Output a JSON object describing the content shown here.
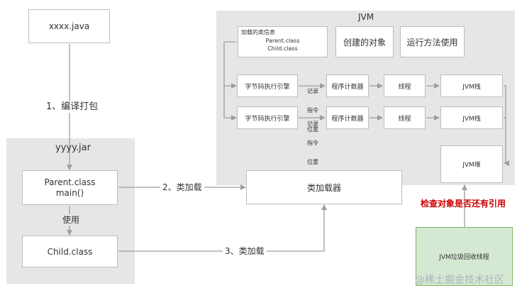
{
  "nodes": {
    "source_file": "xxxx.java",
    "jar_label": "yyyy.jar",
    "parent_class": [
      "Parent.class",
      "main()"
    ],
    "child_class": "Child.class",
    "jvm_label": "JVM",
    "loaded_info": {
      "title": "加载的类信息",
      "lines": [
        "Parent.class",
        "Child.class"
      ]
    },
    "created_objects": "创建的对象",
    "runtime_methods": "运行方法使用",
    "bytecode_engine": "字节码执行引擎",
    "program_counter": "程序计数器",
    "thread": "线程",
    "jvm_stack": "JVM栈",
    "jvm_heap": "JVM堆",
    "class_loader": "类加载器",
    "gc_thread": "JVM垃圾回收线程"
  },
  "edges": {
    "compile": "1、编译打包",
    "use": "使用",
    "load_parent": "2、类加载",
    "load_child": "3、类加载",
    "record_instruction": [
      "记录",
      "指令",
      "位置"
    ],
    "gc_check": "检查对象是否还有引用"
  },
  "colors": {
    "region": "#e6e6e6",
    "arrow": "#9e9e9e",
    "gc_box": "#d5e8d4",
    "gc_border": "#82b366",
    "gc_label": "#cc0000"
  },
  "watermark": "@稀土掘金技术社区"
}
